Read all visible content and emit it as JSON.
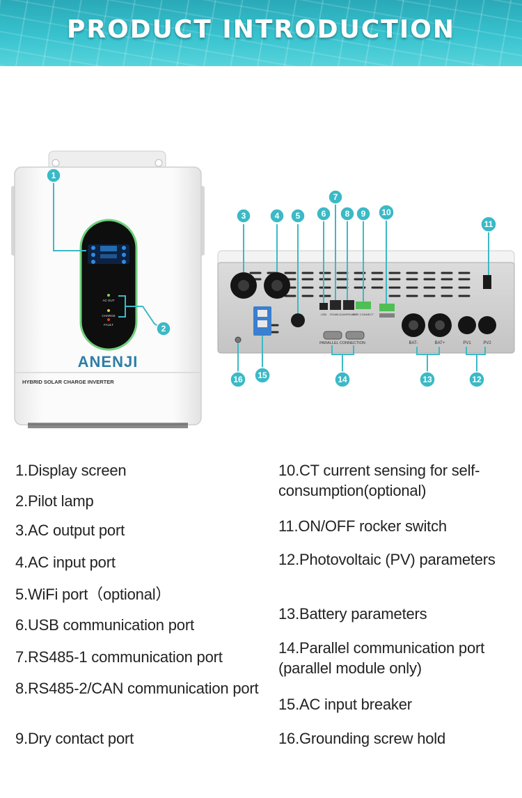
{
  "banner": {
    "title": "PRODUCT INTRODUCTION"
  },
  "device": {
    "brand": "ANENJI",
    "model_label": "HYBRID SOLAR CHARGE INVERTER",
    "led_labels": [
      "AC OUT",
      "CHARGE",
      "FAULT"
    ]
  },
  "rear_labels": {
    "usb": "USB",
    "rs485": "RS485-1",
    "can": "CAN/RS485-2",
    "dry": "DRY CONNECT",
    "parallel": "PARALLEL CONNECTION",
    "bat_neg": "BAT-",
    "bat_pos": "BAT+",
    "pv1": "PV1",
    "pv2": "PV2"
  },
  "callouts": [
    "1",
    "2",
    "3",
    "4",
    "5",
    "6",
    "7",
    "8",
    "9",
    "10",
    "11",
    "12",
    "13",
    "14",
    "15",
    "16"
  ],
  "features_left": [
    "1.Display screen",
    "2.Pilot lamp",
    "3.AC output port",
    "4.AC input port",
    "5.WiFi port（optional）",
    "6.USB communication port",
    "7.RS485-1 communication port",
    "8.RS485-2/CAN communication port",
    "9.Dry contact port"
  ],
  "features_right": [
    "10.CT current sensing for self-consumption(optional)",
    "11.ON/OFF rocker switch",
    "12.Photovoltaic (PV) parameters",
    "13.Battery parameters",
    "14.Parallel communication port (parallel module only)",
    "15.AC input breaker",
    "16.Grounding screw hold"
  ],
  "colors": {
    "accent": "#3bb9c6",
    "callout_stroke": "#3bb9c6",
    "device_panel": "#f4f4f4",
    "port_panel": "#c9c9c9"
  }
}
